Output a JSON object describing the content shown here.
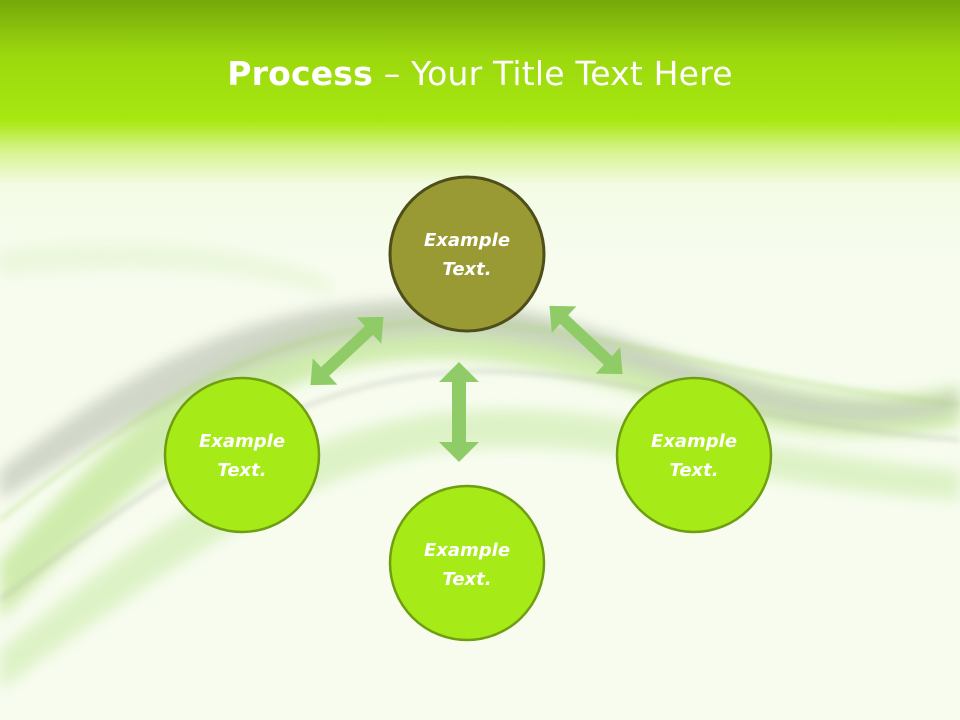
{
  "title": {
    "bold": "Process",
    "separator": " – ",
    "light": "Your Title Text Here"
  },
  "nodes": [
    {
      "id": "top",
      "line1": "Example",
      "line2": "Text.",
      "fill": "#9a9a35",
      "stroke": "#4e4e1a"
    },
    {
      "id": "left",
      "line1": "Example",
      "line2": "Text.",
      "fill": "#a6ea17",
      "stroke": "#6f9e10"
    },
    {
      "id": "right",
      "line1": "Example",
      "line2": "Text.",
      "fill": "#a6ea17",
      "stroke": "#6f9e10"
    },
    {
      "id": "bottom",
      "line1": "Example",
      "line2": "Text.",
      "fill": "#a6ea17",
      "stroke": "#6f9e10"
    }
  ],
  "colors": {
    "header": "#a3e40f",
    "arrow": "#8fcc68",
    "background": "#f7fcef"
  }
}
